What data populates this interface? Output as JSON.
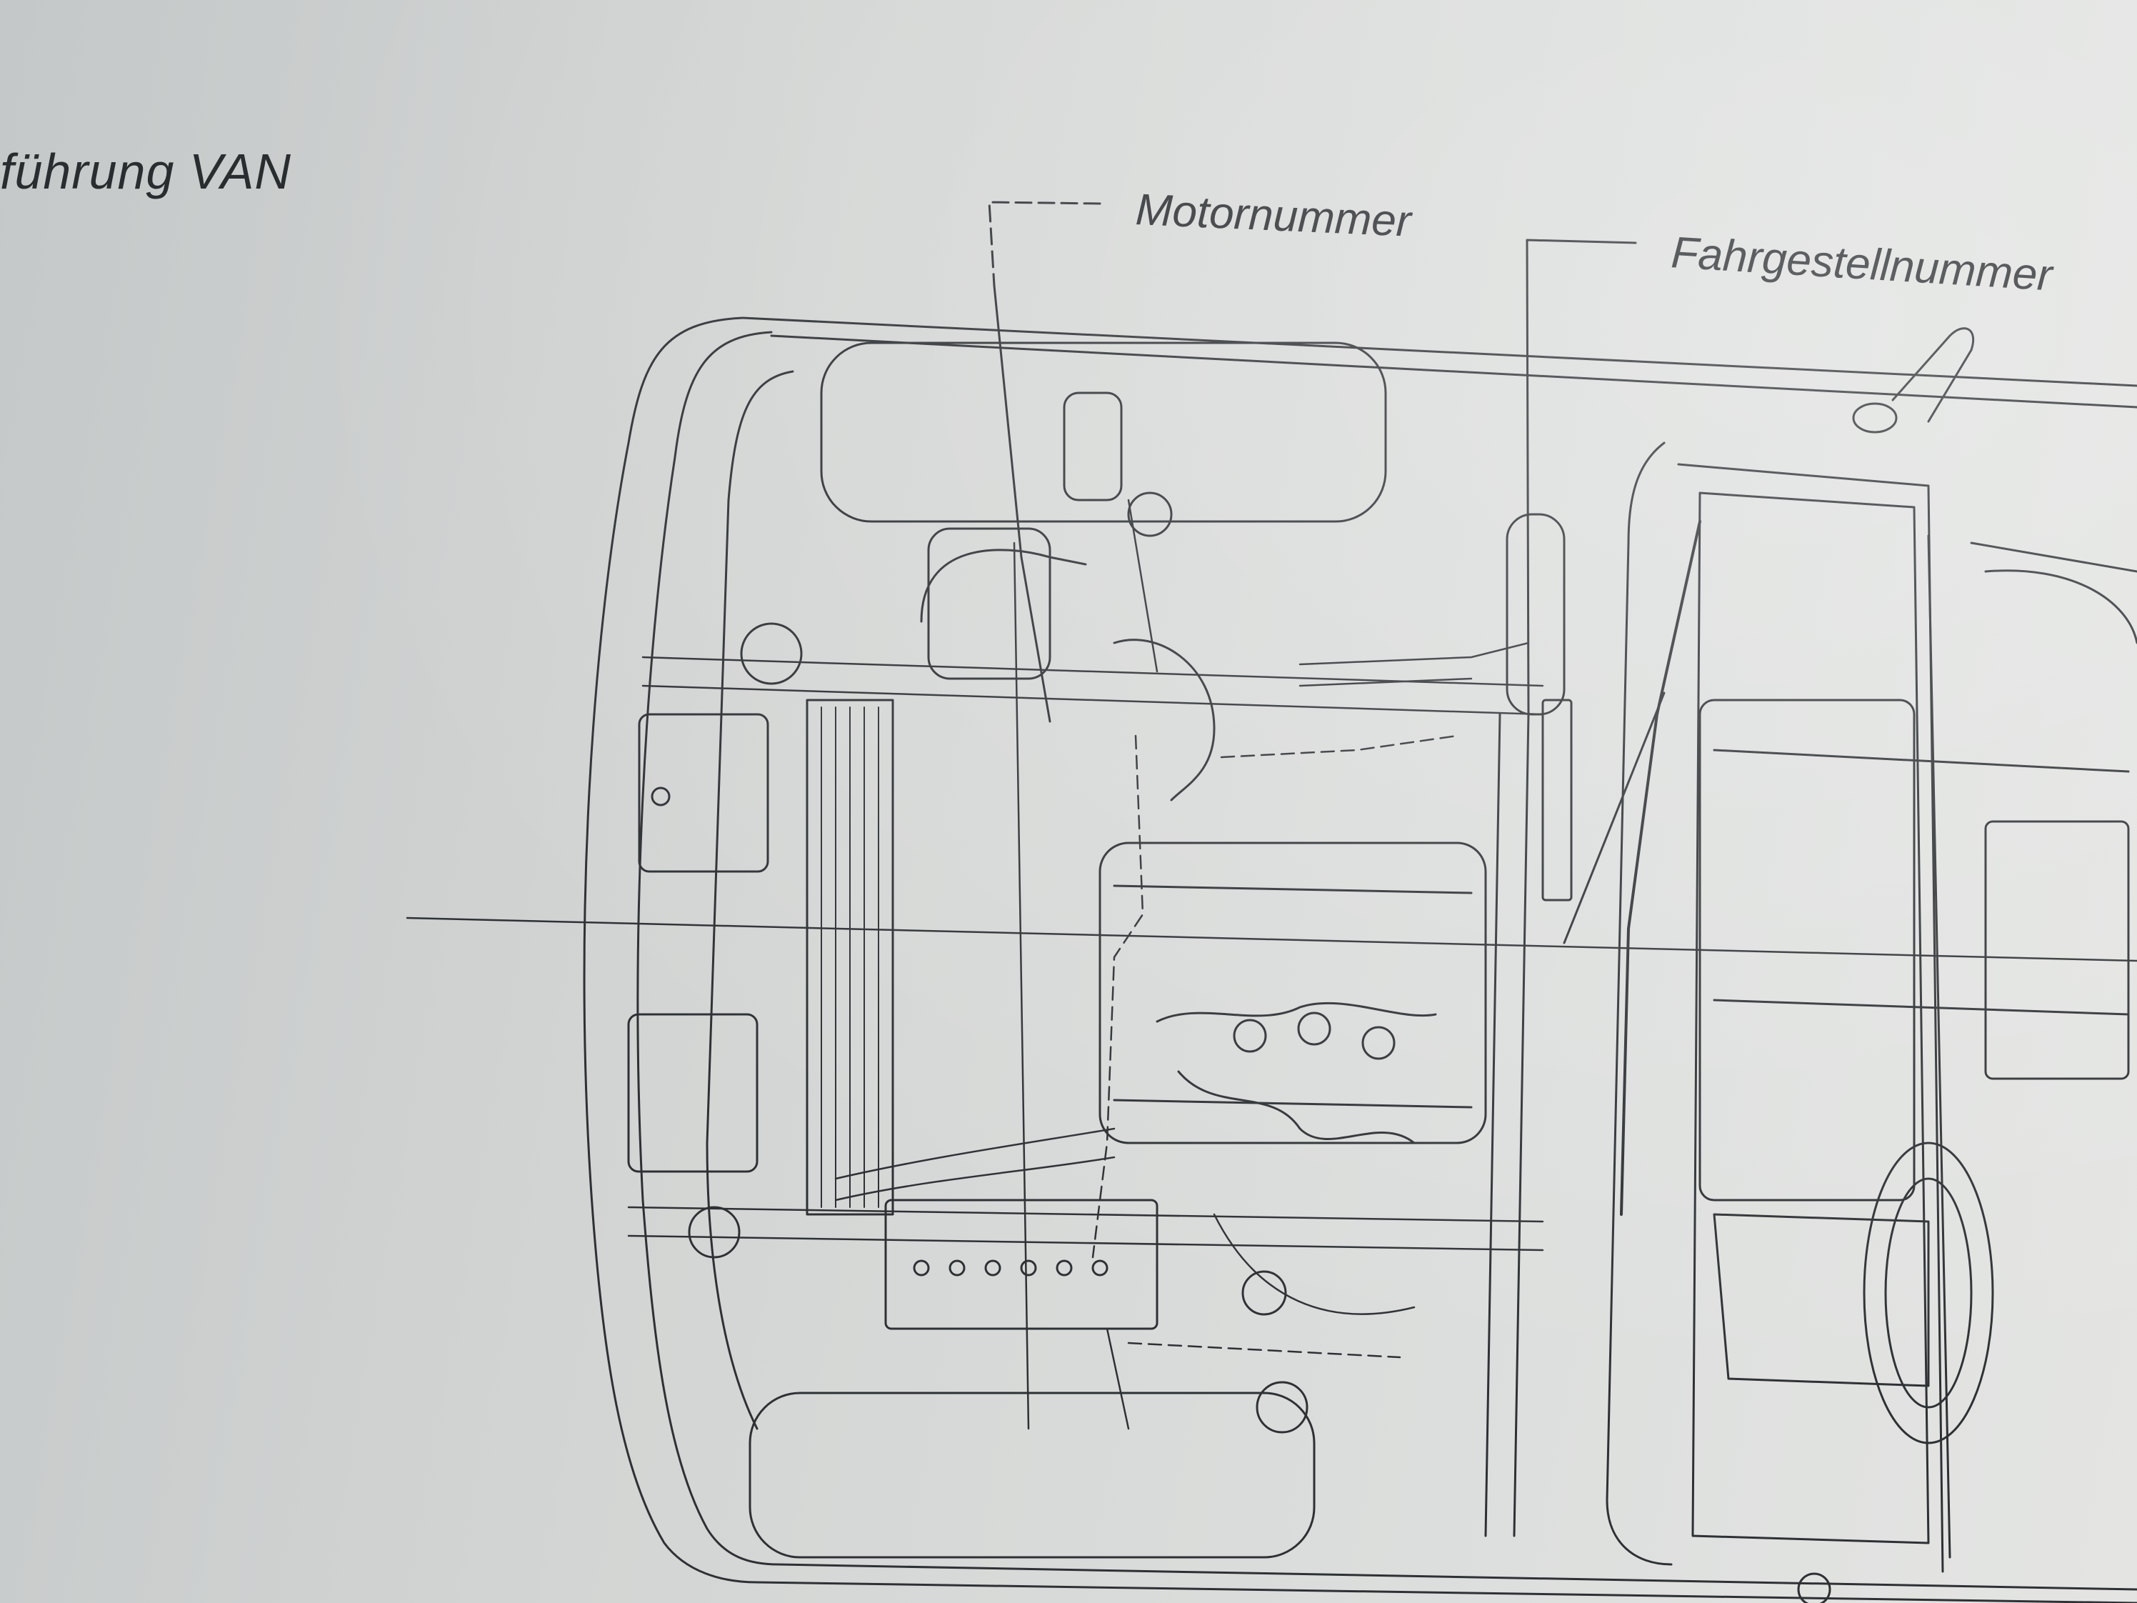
{
  "page": {
    "heading": "führung VAN"
  },
  "labels": {
    "engine_number": "Motornummer",
    "chassis_number": "Fahrgestellnummer"
  },
  "colors": {
    "paper": "#d3d5d4",
    "ink": "#2a2d30"
  }
}
